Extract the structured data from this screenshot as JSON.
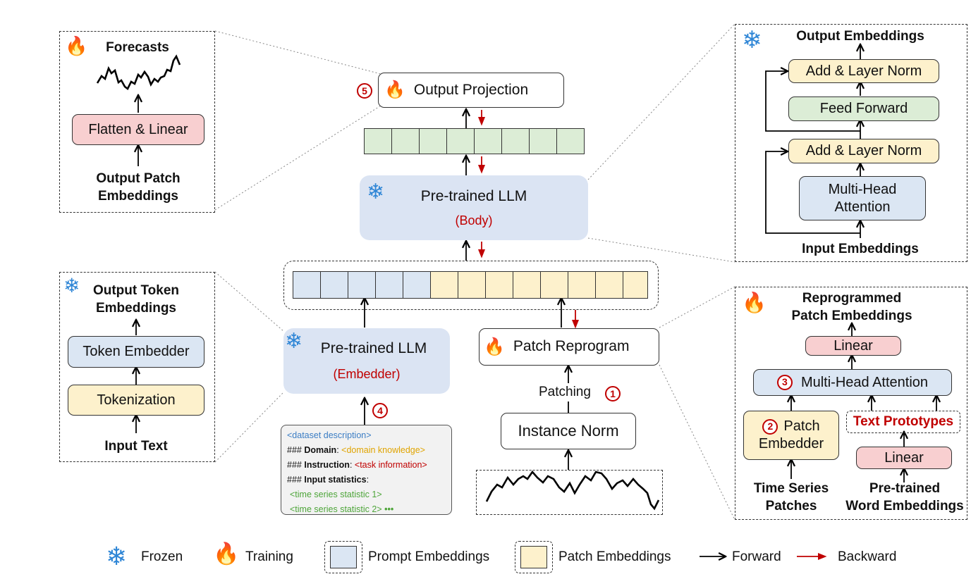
{
  "forecast_panel": {
    "title": "Forecasts",
    "flatten_label": "Flatten & Linear",
    "input_label_line1": "Output Patch",
    "input_label_line2": "Embeddings"
  },
  "output_projection": {
    "step": "5",
    "label": "Output Projection"
  },
  "llm_body": {
    "title": "Pre-trained LLM",
    "subtitle": "(Body)"
  },
  "transformer_panel": {
    "output_label": "Output Embeddings",
    "add_norm_top": "Add & Layer Norm",
    "feed_forward": "Feed Forward",
    "add_norm_bottom": "Add & Layer Norm",
    "mha_line1": "Multi-Head",
    "mha_line2": "Attention",
    "input_label": "Input Embeddings"
  },
  "token_panel": {
    "output_line1": "Output Token",
    "output_line2": "Embeddings",
    "embedder": "Token Embedder",
    "tokenization": "Tokenization",
    "input_label": "Input Text"
  },
  "llm_embedder": {
    "title": "Pre-trained LLM",
    "subtitle": "(Embedder)",
    "step": "4"
  },
  "patch_reprogram": {
    "label": "Patch Reprogram",
    "patching_label": "Patching",
    "step": "1"
  },
  "instance_norm": {
    "label": "Instance Norm"
  },
  "prompt_template": {
    "line1": "<dataset description>",
    "domain_key": "### ",
    "domain_bold": "Domain",
    "domain_value": "<domain knowledge>",
    "instr_key": "### ",
    "instr_bold": "Instruction",
    "instr_value": "<task information>",
    "stats_key": "### ",
    "stats_bold": "Input statistics",
    "stat1": "<time series statistic 1>",
    "stat2": "<time series statistic 2>",
    "ellipsis": "•••"
  },
  "reprogram_panel": {
    "output_line1": "Reprogrammed",
    "output_line2": "Patch Embeddings",
    "linear_top": "Linear",
    "mha_step": "3",
    "mha": "Multi-Head Attention",
    "embedder_step": "2",
    "embedder_line1": "Patch",
    "embedder_line2": "Embedder",
    "text_prototypes": "Text Prototypes",
    "linear_bottom": "Linear",
    "ts_line1": "Time Series",
    "ts_line2": "Patches",
    "word_line1": "Pre-trained",
    "word_line2": "Word Embeddings"
  },
  "legend": {
    "frozen": "Frozen",
    "training": "Training",
    "prompt": "Prompt Embeddings",
    "patch": "Patch Embeddings",
    "forward": "Forward",
    "backward": "Backward"
  },
  "colors": {
    "forward": "#000000",
    "backward": "#c00000",
    "frozen": "#2f86d6",
    "training": "#f07a10"
  }
}
